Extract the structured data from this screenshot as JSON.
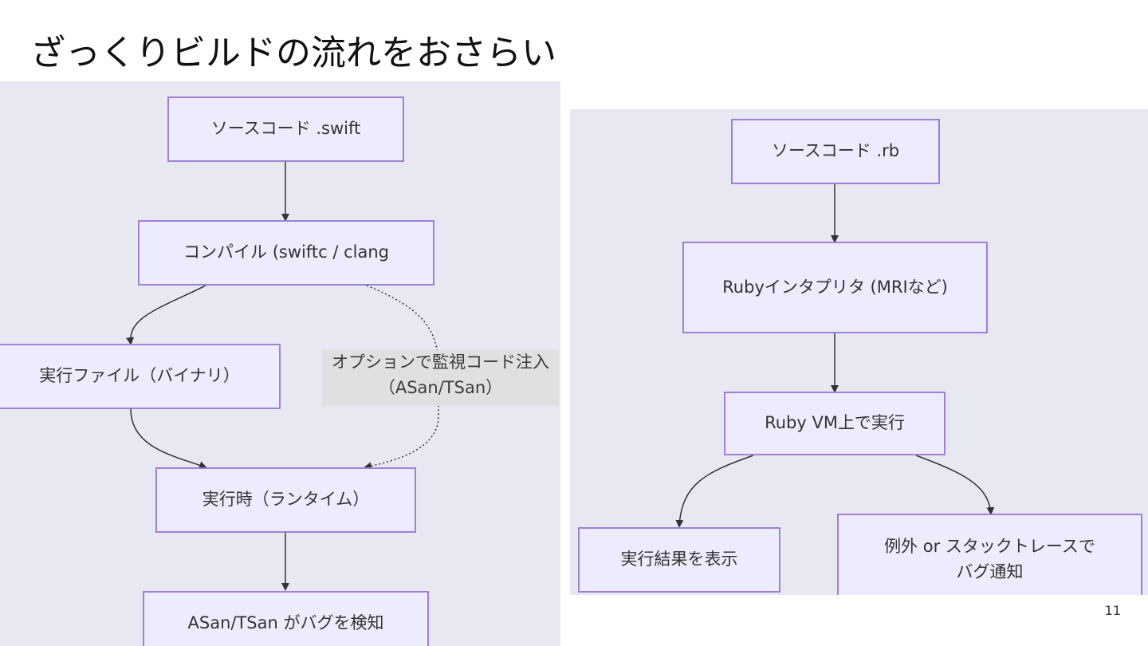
{
  "slide": {
    "title": "ざっくりビルドの流れをおさらい",
    "page_number": "11"
  },
  "left_diagram": {
    "nodes": {
      "source": "ソースコード .swift",
      "compile": "コンパイル (swiftc / clang",
      "binary": "実行ファイル（バイナリ）",
      "runtime": "実行時（ランタイム）",
      "detect": "ASan/TSan がバグを検知"
    },
    "edge_label": "オプションで監視コード注入（ASan/TSan）"
  },
  "right_diagram": {
    "nodes": {
      "source": "ソースコード .rb",
      "interpreter": "Rubyインタプリタ (MRIなど)",
      "vm": "Ruby VM上で実行",
      "result": "実行結果を表示",
      "exception": "例外 or スタックトレースでバグ通知"
    }
  },
  "colors": {
    "panel_bg": "#e8e8f2",
    "node_fill": "#ececfe",
    "node_border": "#9f7fd8",
    "edge": "#333333",
    "edge_label_bg": "#e0e0e0"
  }
}
